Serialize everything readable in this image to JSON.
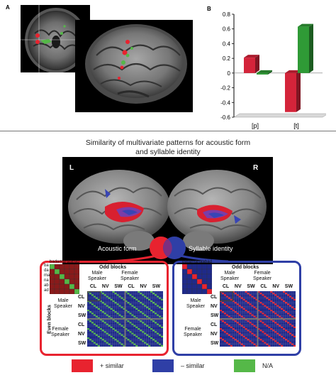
{
  "panel_a": {
    "label": "A"
  },
  "panel_b": {
    "label": "B"
  },
  "chart_data": {
    "type": "bar",
    "categories": [
      "[p]",
      "[t]"
    ],
    "series": [
      {
        "color": "#d4243a",
        "values": [
          0.21,
          -0.53
        ]
      },
      {
        "color": "#2f9a36",
        "values": [
          -0.02,
          0.63
        ]
      }
    ],
    "ylim": [
      -0.6,
      0.8
    ],
    "yticks": [
      0.8,
      0.6,
      0.4,
      0.2,
      0,
      -0.2,
      -0.4,
      -0.6
    ],
    "ytick_labels": [
      "0.8",
      "0.6",
      "0.4",
      "0.2",
      "0",
      "-0.2",
      "-0.4",
      "-0.6"
    ],
    "grid": false,
    "style": "3d"
  },
  "section_c": {
    "title_line1": "Similarity of multivariate patterns for acoustic form",
    "title_line2": "and syllable identity"
  },
  "brain": {
    "left_label": "L",
    "right_label": "R",
    "acoustic_label": "Acoustic form",
    "syllable_label": "Syllable identity"
  },
  "matrix": {
    "syllables": [
      "ba",
      "da",
      "ma",
      "na",
      "ab",
      "ad"
    ],
    "odd_blocks": "Odd blocks",
    "even_blocks": "Even blocks",
    "male_speaker_line1": "Male",
    "male_speaker_line2": "Speaker",
    "female_speaker_line1": "Female",
    "female_speaker_line2": "Speaker",
    "conditions": [
      "CL",
      "NV",
      "SW"
    ]
  },
  "legend": {
    "items": [
      {
        "label": "+ similar",
        "color": "#e8232f"
      },
      {
        "label": "– similar",
        "color": "#2f3fa6"
      },
      {
        "label": "N/A",
        "color": "#55b848"
      }
    ]
  },
  "colors": {
    "red": "#e8232f",
    "blue": "#2f3fa6",
    "green": "#55b848",
    "dark_red": "#8a1a1a",
    "navy": "#1f2a8a"
  }
}
